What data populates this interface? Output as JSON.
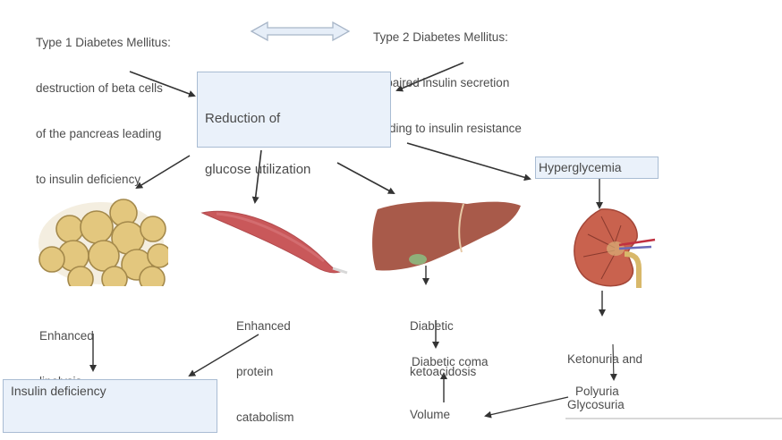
{
  "diagram": {
    "title_nodes": {
      "type1": {
        "lines": [
          "Type 1 Diabetes Mellitus:",
          "destruction of beta cells",
          "of the pancreas leading",
          "to insulin deficiency"
        ]
      },
      "type2": {
        "lines": [
          "Type 2 Diabetes Mellitus:",
          "impaired insulin secretion",
          "leading to insulin resistance"
        ]
      },
      "comparison_arrow": "double-arrow-icon"
    },
    "central_box": {
      "lines": [
        "Reduction of",
        "glucose utilization"
      ]
    },
    "hyperglycemia_box": {
      "label": "Hyperglycemia"
    },
    "organs": {
      "adipose": {
        "icon": "adipose-tissue-icon",
        "caption_lines": [
          "Enhanced",
          "lipolysis"
        ]
      },
      "muscle": {
        "icon": "muscle-icon",
        "caption_lines": [
          "Enhanced",
          "protein",
          "catabolism"
        ]
      },
      "liver": {
        "icon": "liver-icon",
        "caption_lines": [
          "Diabetic",
          "ketoacidosis"
        ]
      },
      "kidney": {
        "icon": "kidney-icon",
        "caption_lines": [
          "Ketonuria and",
          "Glycosuria"
        ]
      }
    },
    "downstream": {
      "insulin_deficiency": "Insulin deficiency",
      "diabetic_coma": "Diabetic coma",
      "polyuria": "Polyuria",
      "volume": "Volume"
    },
    "colors": {
      "box_fill": "#eaf1fa",
      "box_border": "#a9bcd3",
      "arrow": "#333333",
      "fat": "#e3c77e",
      "muscle": "#c9585a",
      "liver": "#a85a4a",
      "kidney": "#b8574a"
    }
  }
}
